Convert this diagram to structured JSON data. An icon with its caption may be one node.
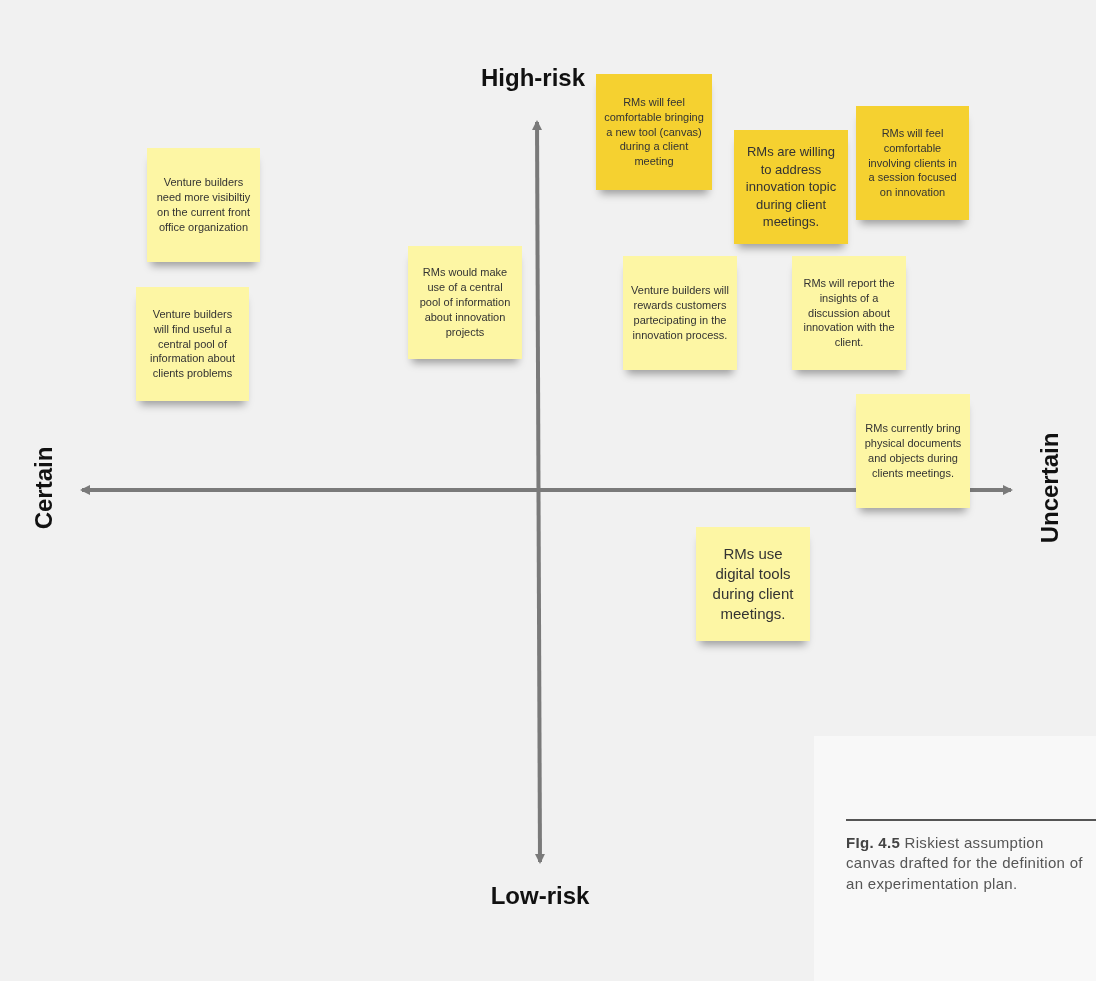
{
  "diagram": {
    "caption": "**FIg. 4.5** Riskiest assumption canvas drafted for the definition of an experimentation plan.",
    "nodes": [
      {
        "text": [
          "Venture builders need more visibiltiy on the current front office organization"
        ]
      },
      {
        "text": [
          "Venture builders will find useful a central pool of information about clients problems"
        ]
      },
      {
        "text": [
          "RMs would make use of a central pool of information about innovation projects"
        ]
      },
      {
        "text": [
          "RMs will feel comfortable bringing a new tool (canvas) during a client meeting"
        ]
      },
      {
        "text": [
          "RMs are willing to address innovation topic during client meetings."
        ]
      },
      {
        "text": [
          "RMs will feel comfortable involving clients in a session focused on innovation"
        ]
      },
      {
        "text": [
          "Venture builders will rewards customers partecipating in the innovation process."
        ]
      },
      {
        "text": [
          "RMs will report the insights of a discussion about innovation with the client."
        ]
      },
      {
        "text": [
          "RMs currently bring physical documents and objects during clients meetings."
        ]
      },
      {
        "text": [
          "RMs use digital tools during client meetings."
        ]
      }
    ],
    "labels": [
      "High-risk",
      "Certain",
      "Uncertain",
      "Low-risk"
    ]
  }
}
